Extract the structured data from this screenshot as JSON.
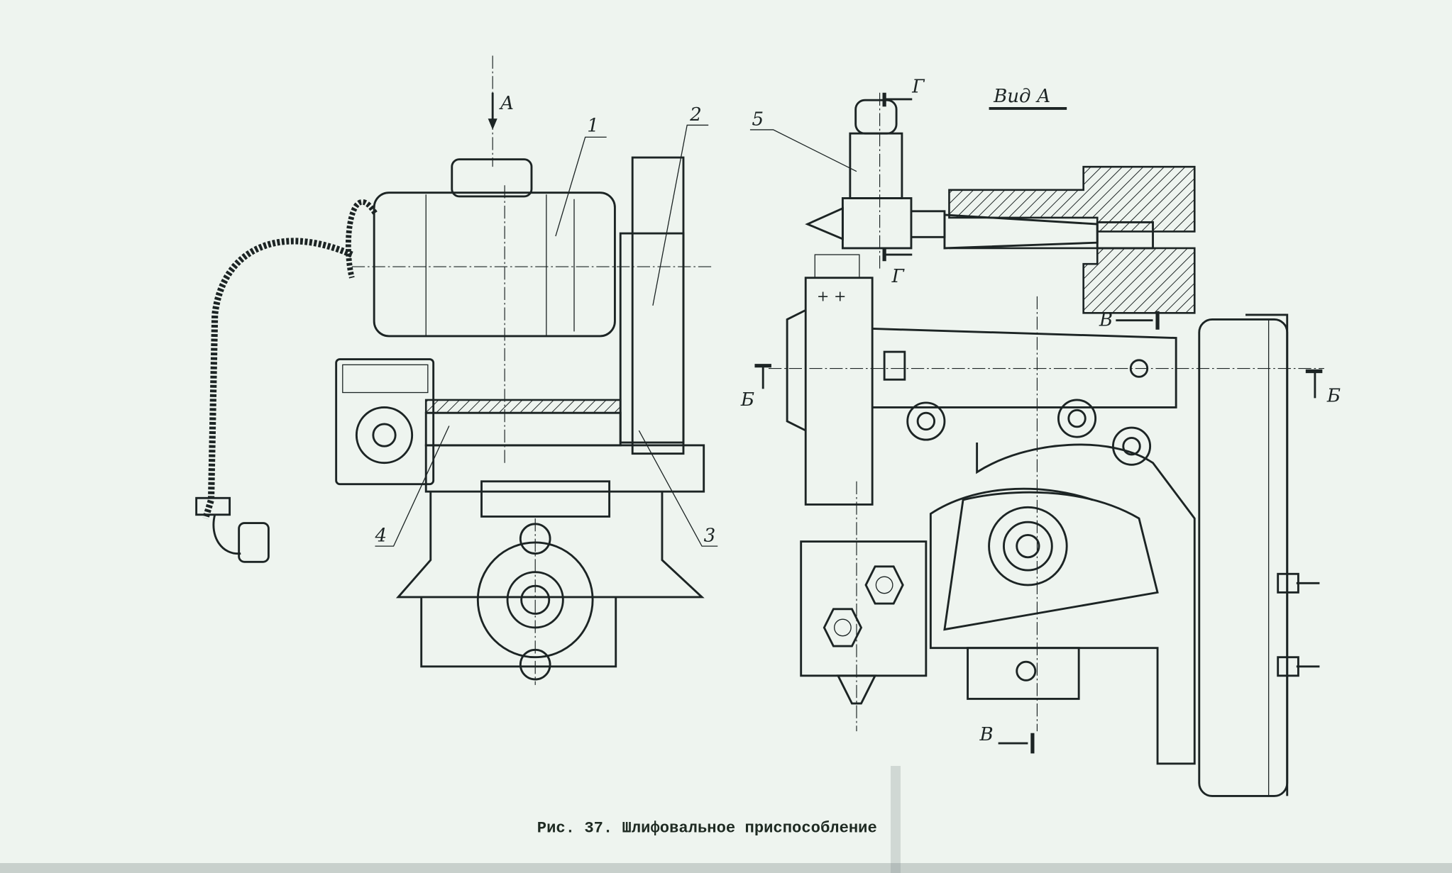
{
  "figure": {
    "caption": "Рис. 37. Шлифовальное приспособление",
    "view_title": "Вид А",
    "labels": {
      "view_arrow": "А",
      "part1": "1",
      "part2": "2",
      "part3": "3",
      "part4": "4",
      "part5": "5",
      "section_g_top": "Г",
      "section_g_mid": "Г",
      "section_b_left": "Б",
      "section_b_right": "Б",
      "section_v_top": "В",
      "section_v_bottom": "В"
    }
  }
}
